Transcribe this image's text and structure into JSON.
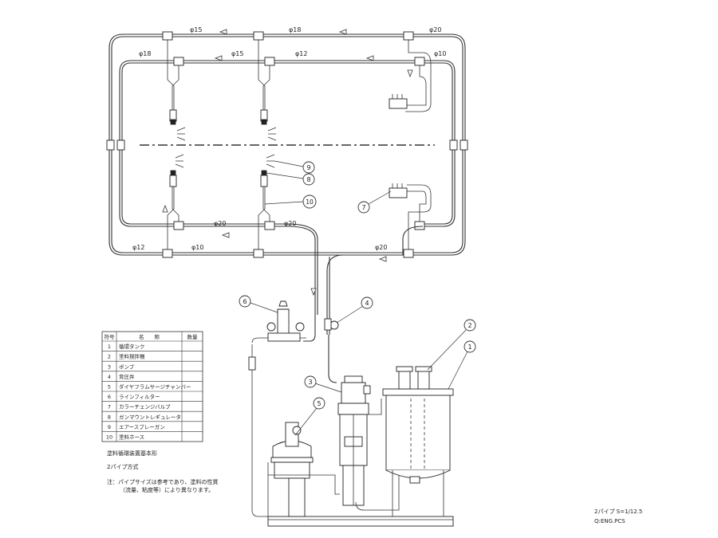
{
  "pipe_sizes": {
    "top_outer_left": "φ15",
    "top_outer_mid": "φ18",
    "top_outer_right": "φ20",
    "top_inner_left": "φ18",
    "top_inner_mid": "φ15",
    "top_inner_right": "φ12",
    "top_inner_far_right": "φ10",
    "bottom_inner_left": "φ20",
    "bottom_inner_mid": "φ20",
    "bottom_outer_left": "φ12",
    "bottom_outer_mid": "φ10",
    "bottom_outer_right": "φ20"
  },
  "callouts": {
    "c1": "1",
    "c2": "2",
    "c3": "3",
    "c4": "4",
    "c5": "5",
    "c6": "6",
    "c7": "7",
    "c8": "8",
    "c9": "9",
    "c10": "10"
  },
  "parts_table": {
    "headers": {
      "no": "符号",
      "name": "名　　称",
      "qty": "数量"
    },
    "rows": [
      {
        "no": "1",
        "name": "循環タンク"
      },
      {
        "no": "2",
        "name": "塗料撹拌機"
      },
      {
        "no": "3",
        "name": "ポンプ"
      },
      {
        "no": "4",
        "name": "背圧弁"
      },
      {
        "no": "5",
        "name": "ダイヤフラムサージチャンバー"
      },
      {
        "no": "6",
        "name": "ラインフィルター"
      },
      {
        "no": "7",
        "name": "カラーチェンジバルブ"
      },
      {
        "no": "8",
        "name": "ガンマウントレギュレータ"
      },
      {
        "no": "9",
        "name": "エアースプレーガン"
      },
      {
        "no": "10",
        "name": "塗料ホース"
      }
    ]
  },
  "notes": {
    "title": "塗料循環装置基本形",
    "subtitle": "2パイプ方式",
    "note_line1": "注：パイプサイズは参考であり、塗料の性質",
    "note_line2": "（流量、粘度等）により異なります。"
  },
  "drawing_info": {
    "scale": "2パイプ S=1/12.5",
    "code": "Q:ENG.PCS"
  }
}
